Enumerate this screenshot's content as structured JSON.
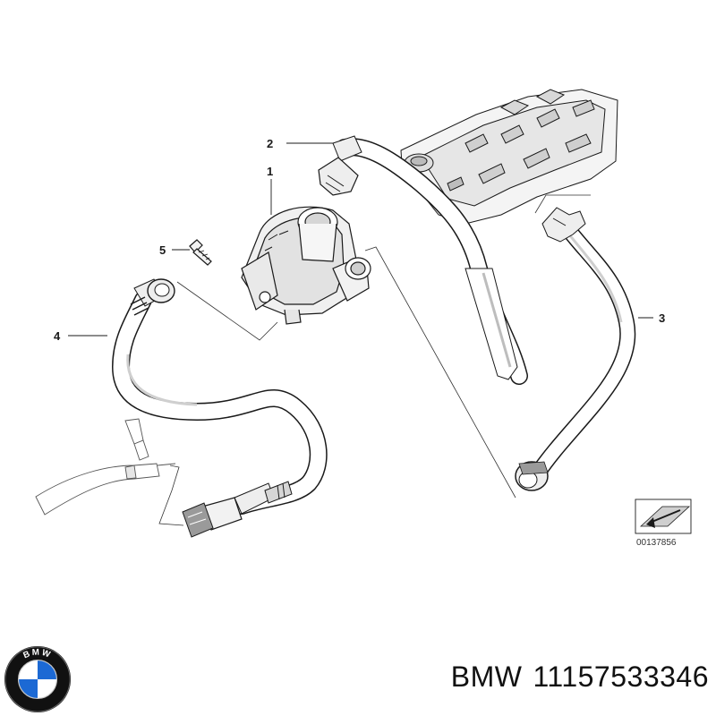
{
  "diagram": {
    "callouts": [
      {
        "id": "1",
        "label": "1"
      },
      {
        "id": "2",
        "label": "2"
      },
      {
        "id": "3",
        "label": "3"
      },
      {
        "id": "4",
        "label": "4"
      },
      {
        "id": "5",
        "label": "5"
      }
    ],
    "reference_code": "00137856",
    "colors": {
      "line": "#1a1a1a",
      "shade": "#cfcfcf",
      "light": "#efefef",
      "mid": "#9a9a9a"
    }
  },
  "footer": {
    "logo_letters": "BMW",
    "brand": "BMW",
    "part_number": "11157533346",
    "logo_colors": {
      "blue": "#1c69d4",
      "white": "#ffffff",
      "ring": "#111111"
    }
  }
}
